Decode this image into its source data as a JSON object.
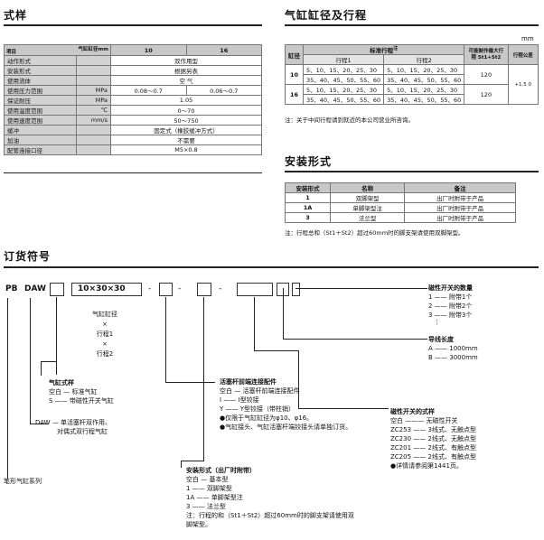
{
  "spec": {
    "title": "式样",
    "head_item": "项目",
    "head_bore": "气缸缸径mm",
    "head_10": "10",
    "head_16": "16",
    "rows": [
      {
        "name": "动作形式",
        "unit": "",
        "v10": "",
        "v16": "",
        "span": "双作用型"
      },
      {
        "name": "安装形式",
        "unit": "",
        "v10": "",
        "v16": "",
        "span": "根据另表"
      },
      {
        "name": "使用流体",
        "unit": "",
        "v10": "",
        "v16": "",
        "span": "空  气"
      },
      {
        "name": "使用压力范围",
        "unit": "MPa",
        "v10": "0.08～0.7",
        "v16": "0.06～0.7",
        "span": ""
      },
      {
        "name": "保证耐压",
        "unit": "MPa",
        "v10": "",
        "v16": "",
        "span": "1.05"
      },
      {
        "name": "使用温度范围",
        "unit": "℃",
        "v10": "",
        "v16": "",
        "span": "0～70"
      },
      {
        "name": "使用速度范围",
        "unit": "mm/s",
        "v10": "",
        "v16": "",
        "span": "50～750"
      },
      {
        "name": "缓冲",
        "unit": "",
        "v10": "",
        "v16": "",
        "span": "固定式（橡胶缓冲方式）"
      },
      {
        "name": "加油",
        "unit": "",
        "v10": "",
        "v16": "",
        "span": "不需要"
      },
      {
        "name": "配管连接口径",
        "unit": "",
        "v10": "",
        "v16": "",
        "span": "M5×0.8"
      }
    ]
  },
  "stroke": {
    "title": "气缸缸径及行程",
    "unit": "mm",
    "h_bore": "缸径",
    "h_std": "标准行程",
    "h_std_note": "注",
    "h_s1": "行程1",
    "h_s2": "行程2",
    "h_max": "可能制作最大行程 St1+St2",
    "h_tol": "行程公差",
    "rows": [
      {
        "bore": "10",
        "s1a": "5、10、15、20、25、30",
        "s1b": "35、40、45、50、55、60",
        "s2a": "5、10、15、20、25、30",
        "s2b": "35、40、45、50、55、60",
        "max": "120"
      },
      {
        "bore": "16",
        "s1a": "5、10、15、20、25、30",
        "s1b": "35、40、45、50、55、60",
        "s2a": "5、10、15、20、25、30",
        "s2b": "35、40、45、50、55、60",
        "max": "120"
      }
    ],
    "tol": "+1.5 0",
    "note": "注：关于中间行程请到就近的本公司营业所咨询。"
  },
  "mount": {
    "title": "安装形式",
    "h_code": "安装形式",
    "h_name": "名称",
    "h_note": "备注",
    "rows": [
      {
        "code": "1",
        "name": "双脚架型",
        "note": "出厂时附带于产品"
      },
      {
        "code": "1A",
        "name": "单脚架型注",
        "note": "出厂时附带于产品"
      },
      {
        "code": "3",
        "name": "法兰型",
        "note": "出厂时附带于产品"
      }
    ],
    "note": "注：行程总和（St1＋St2）超过60mm时的脚支架请使用双脚架型。"
  },
  "order": {
    "title": "订货符号",
    "pb": "PB",
    "daw": "DAW",
    "dims": "10×30×30",
    "dash": "-",
    "bore_lbl": "气缸缸径",
    "x1": "×",
    "stroke1": "行程1",
    "x2": "×",
    "stroke2": "行程2",
    "switch_qty": {
      "title": "磁性开关的数量",
      "items": [
        "1 —— 附带1个",
        "2 —— 附带2个",
        "3 —— 附带3个"
      ],
      "dots": "⋮"
    },
    "lead": {
      "title": "导线长度",
      "items": [
        "A —— 1000mm",
        "B —— 3000mm"
      ]
    },
    "rod": {
      "title": "活塞杆前端连接配件",
      "items": [
        "空白 — 活塞杆前端连接配件",
        "I —— I型铰接",
        "Y —— Y型铰接（带柱销）",
        "●仅限于气缸缸径为φ10、φ16。",
        "●气缸接头、气缸活塞杆端铰接头请单独订货。"
      ]
    },
    "cyl": {
      "title": "气缸式样",
      "items": [
        "空白 — 标准气缸",
        "S —— 带磁性开关气缸"
      ]
    },
    "daw_desc": [
      "DAW — 单活塞杆双作用、",
      "对偶式双行程气缸"
    ],
    "switch_type": {
      "title": "磁性开关的式样",
      "items": [
        "空白 ——— 无磁性开关",
        "ZC253 —— 3线式、无触点型",
        "ZC230 —— 2线式、无触点型",
        "ZC201 —— 2线式、有触点型",
        "ZC205 —— 2线式、有触点型",
        "●详情请参阅第1441页。"
      ]
    },
    "mount": {
      "title": "安装形式（出厂时附带）",
      "items": [
        "空白 — 基本型",
        "1 —— 双脚架型",
        "1A —— 单脚架型注",
        "3 —— 法兰型",
        "注：行程的和（St1＋St2）超过60mm时的脚支架请使用双",
        "脚架型。"
      ]
    },
    "series": "笔形气缸系列"
  }
}
